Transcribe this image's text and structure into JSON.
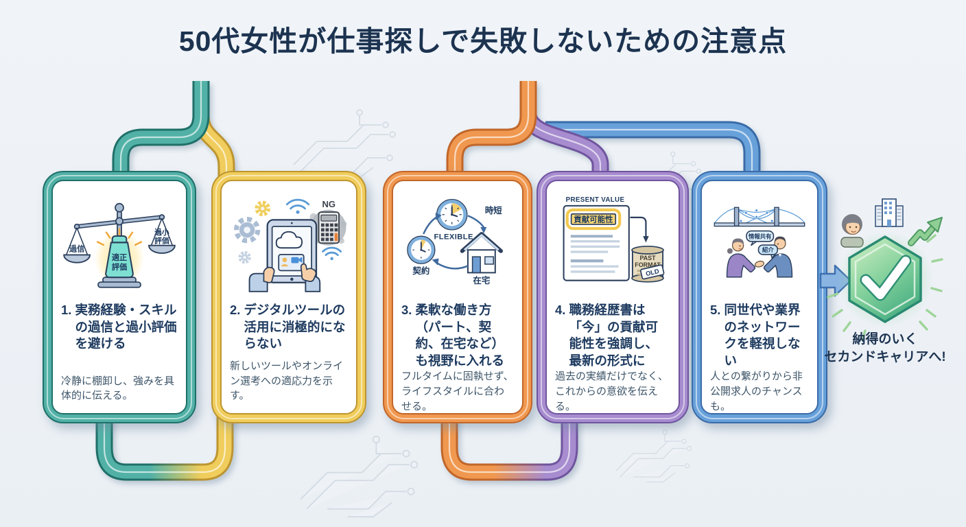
{
  "title": "50代女性が仕事探しで失敗しないための注意点",
  "background_color": "#eef2f6",
  "cards": [
    {
      "num": "1.",
      "title": "実務経験・スキルの過信と過小評価を避ける",
      "body": "冷静に棚卸し、強みを具体的に伝える。",
      "accent_color": "#52b1a7",
      "accent_dark": "#1f7069",
      "icon": "balance-scale-icon",
      "labels": {
        "pan_left": "過信",
        "pan_right_line1": "過小",
        "pan_right_line2": "評価",
        "weight_line1": "適正",
        "weight_line2": "評価"
      }
    },
    {
      "num": "2.",
      "title": "デジタルツールの活用に消極的にならない",
      "body": "新しいツールやオンライン選考への適応力を示す。",
      "accent_color": "#f0cd5c",
      "accent_dark": "#bd9530",
      "icon": "tablet-hands-icon",
      "labels": {
        "ng": "NG"
      }
    },
    {
      "num": "3.",
      "title": "柔軟な働き方（パート、契約、在宅など）も視野に入れる",
      "body": "フルタイムに固執せず、ライフスタイルに合わせる。",
      "accent_color": "#f0984f",
      "accent_dark": "#c1662a",
      "icon": "flexible-work-cycle-icon",
      "labels": {
        "clock_top": "時短",
        "center": "FLEXIBLE",
        "clock_left": "契約",
        "house": "在宅"
      }
    },
    {
      "num": "4.",
      "title": "職務経歴書は「今」の貢献可能性を強調し、最新の形式に",
      "body": "過去の実績だけでなく、これからの意欲を伝える。",
      "accent_color": "#a78ccf",
      "accent_dark": "#70549e",
      "icon": "resume-document-icon",
      "labels": {
        "caption": "PRESENT VALUE",
        "highlight": "貢献可能性",
        "past_line1": "PAST",
        "past_line2": "FORMAT",
        "stamp": "OLD"
      }
    },
    {
      "num": "5.",
      "title": "同世代や業界のネットワークを軽視しない",
      "body": "人との繋がりから非公開求人のチャンスも。",
      "accent_color": "#68a1da",
      "accent_dark": "#3a6ba8",
      "icon": "network-handshake-icon",
      "labels": {
        "bubble1": "情報共有",
        "bubble2": "紹介"
      }
    }
  ],
  "outcome": {
    "line1": "納得のいく",
    "line2": "セカンドキャリアへ!",
    "badge_icon": "checkmark-hexagon-icon",
    "badge_color": "#4caf82",
    "arrow_icon": "flow-arrow-icon"
  }
}
